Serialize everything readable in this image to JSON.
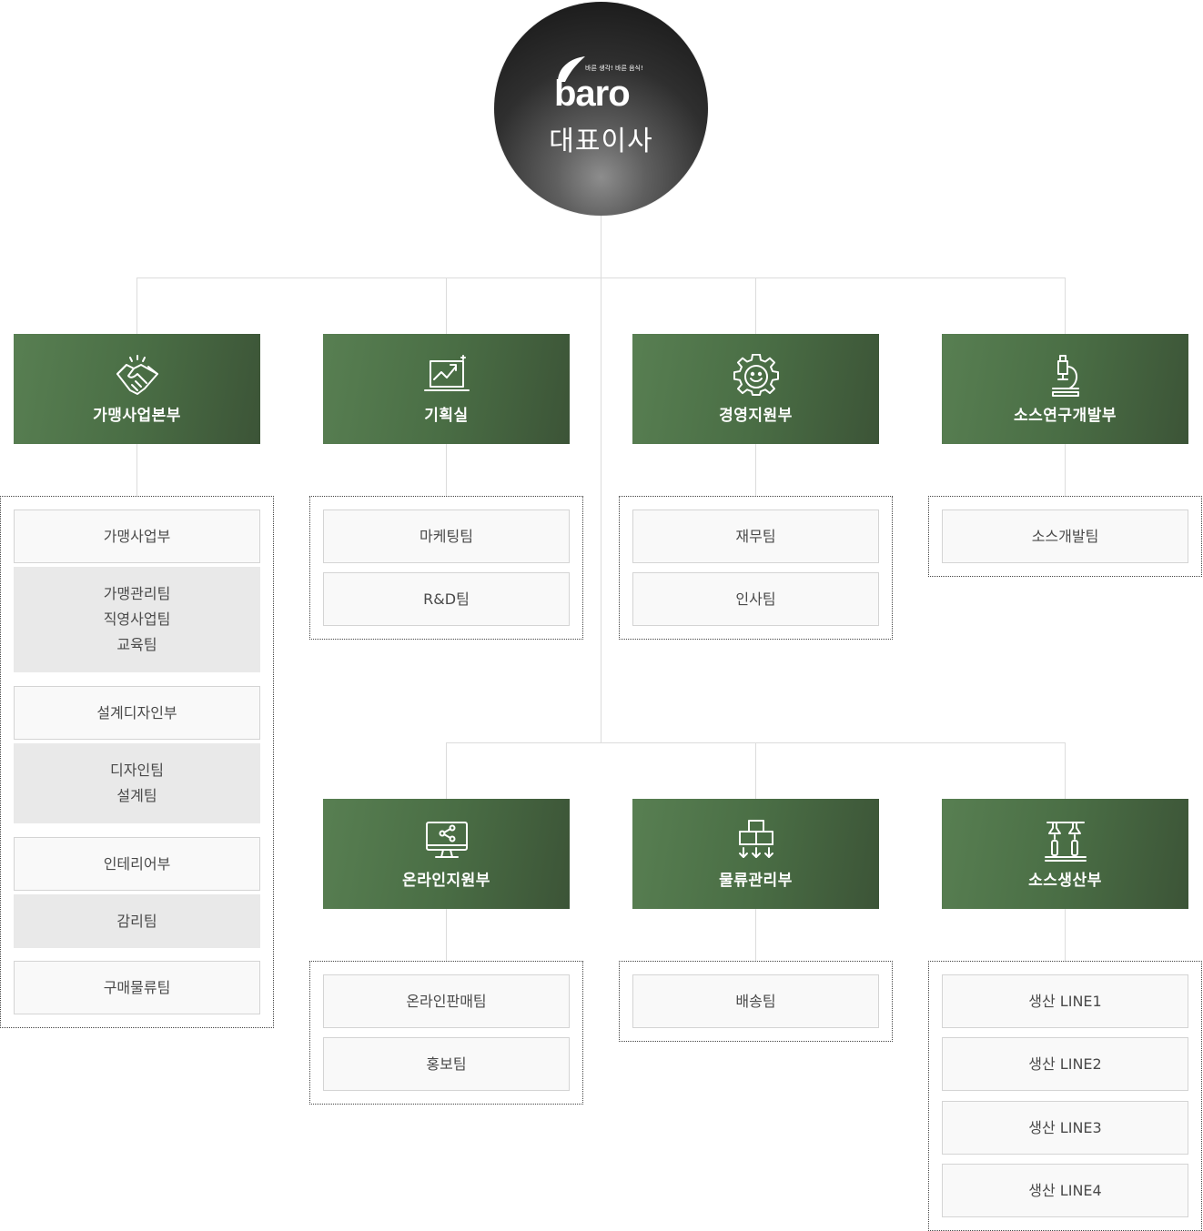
{
  "ceo": {
    "logo_text": "baro",
    "slogan": "바른 생각! 바른 음식!",
    "title": "대표이사"
  },
  "divisions": [
    {
      "label": "가맹사업본부",
      "icon": "handshake-icon"
    },
    {
      "label": "기획실",
      "icon": "growth-chart-icon"
    },
    {
      "label": "경영지원부",
      "icon": "smile-gear-icon"
    },
    {
      "label": "소스연구개발부",
      "icon": "microscope-icon"
    },
    {
      "label": "온라인지원부",
      "icon": "monitor-share-icon"
    },
    {
      "label": "물류관리부",
      "icon": "boxes-arrows-icon"
    },
    {
      "label": "소스생산부",
      "icon": "production-line-icon"
    }
  ],
  "teams": {
    "franchise": {
      "dept1": "가맹사업부",
      "dept1_teams": [
        "가맹관리팀",
        "직영사업팀",
        "교육팀"
      ],
      "dept2": "설계디자인부",
      "dept2_teams": [
        "디자인팀",
        "설계팀"
      ],
      "dept3": "인테리어부",
      "dept3_teams": [
        "감리팀"
      ],
      "dept4": "구매물류팀"
    },
    "planning": [
      "마케팅팀",
      "R&D팀"
    ],
    "management": [
      "재무팀",
      "인사팀"
    ],
    "sauce_rnd": [
      "소스개발팀"
    ],
    "online": [
      "온라인판매팀",
      "홍보팀"
    ],
    "logistics": [
      "배송팀"
    ],
    "production": [
      "생산 LINE1",
      "생산 LINE2",
      "생산 LINE3",
      "생산 LINE4"
    ]
  },
  "colors": {
    "division_start": "#587f52",
    "division_end": "#3c5437",
    "team_bg": "#f9f9f9",
    "sub_team_bg": "#e9e9e9",
    "line": "#dcdcdc"
  }
}
